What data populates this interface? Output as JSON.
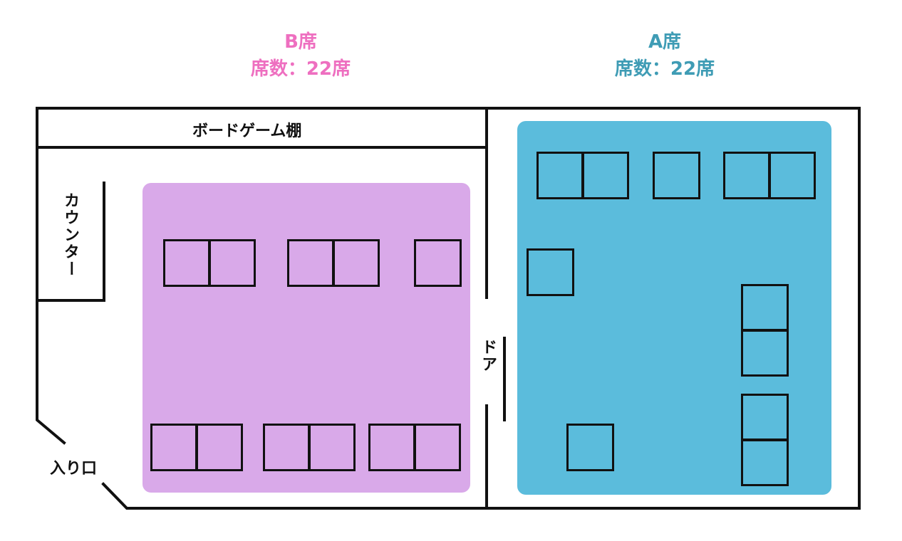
{
  "sections": {
    "b": {
      "name": "B席",
      "count": "席数：22席",
      "color": "#ee6fc0",
      "area_color": "#d9a9e9"
    },
    "a": {
      "name": "A席",
      "count": "席数：22席",
      "color": "#3f9cb5",
      "area_color": "#5bbcdc"
    }
  },
  "labels": {
    "shelf": "ボードゲーム棚",
    "counter": "カウンター",
    "door": "ドア",
    "entrance": "入り口"
  }
}
